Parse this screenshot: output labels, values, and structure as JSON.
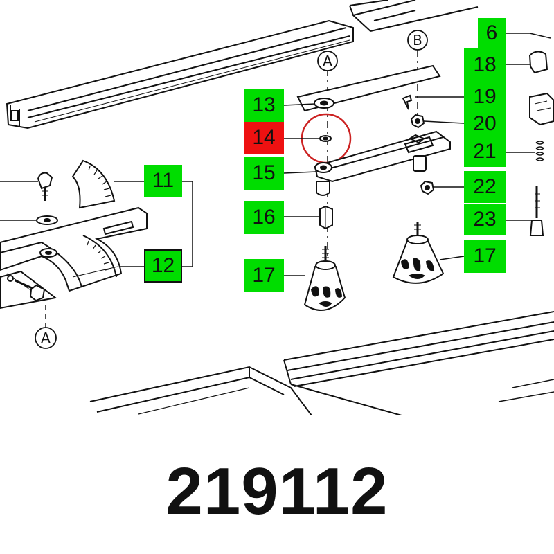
{
  "part_number": "219112",
  "callouts": {
    "c6": "6",
    "c18": "18",
    "c19": "19",
    "c20": "20",
    "c21": "21",
    "c22": "22",
    "c23": "23",
    "c17_right": "17",
    "c13": "13",
    "c14": "14",
    "c15": "15",
    "c16": "16",
    "c17_left": "17",
    "c11": "11",
    "c12": "12"
  },
  "markers": {
    "a_top": "A",
    "b_top": "B",
    "a_bottom": "A"
  },
  "colors": {
    "callout_green": "#00dd00",
    "callout_highlight": "#ee1111",
    "highlight_circle": "#cc2222"
  }
}
